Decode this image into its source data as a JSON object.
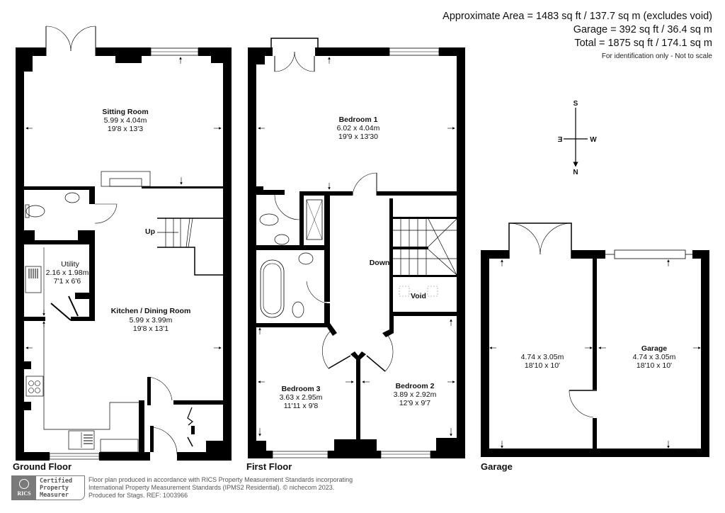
{
  "header": {
    "approx_area": "Approximate Area = 1483 sq ft / 137.7 sq m (excludes void)",
    "garage_area": "Garage = 392 sq ft / 36.4 sq m",
    "total_area": "Total = 1875 sq ft / 174.1 sq m",
    "note": "For identification only - Not to scale"
  },
  "compass": {
    "top": "S",
    "bottom": "N",
    "left": "E",
    "right": "W"
  },
  "floors": {
    "ground": {
      "label": "Ground Floor",
      "rooms": {
        "sitting": {
          "name": "Sitting Room",
          "metric": "5.99 x 4.04m",
          "imperial": "19'8 x 13'3"
        },
        "utility": {
          "name": "Utility",
          "metric": "2.16 x 1.98m",
          "imperial": "7'1 x 6'6"
        },
        "kitchen": {
          "name": "Kitchen / Dining Room",
          "metric": "5.99 x 3.99m",
          "imperial": "19'8 x 13'1"
        }
      },
      "stairs_label": "Up"
    },
    "first": {
      "label": "First Floor",
      "rooms": {
        "bedroom1": {
          "name": "Bedroom 1",
          "metric": "6.02 x 4.04m",
          "imperial": "19'9 x 13'30"
        },
        "bedroom2": {
          "name": "Bedroom 2",
          "metric": "3.89 x 2.92m",
          "imperial": "12'9 x 9'7"
        },
        "bedroom3": {
          "name": "Bedroom 3",
          "metric": "3.63 x 2.95m",
          "imperial": "11'11 x 9'8"
        }
      },
      "stairs_label": "Down",
      "void_label": "Void"
    },
    "garage": {
      "label": "Garage",
      "rooms": {
        "left": {
          "name": "",
          "metric": "4.74 x 3.05m",
          "imperial": "18'10 x 10'"
        },
        "right": {
          "name": "Garage",
          "metric": "4.74 x 3.05m",
          "imperial": "18'10 x 10'"
        }
      }
    }
  },
  "footer": {
    "rics_badge": {
      "logo_text": "RICS",
      "line1": "Certified",
      "line2": "Property",
      "line3": "Measurer"
    },
    "line1": "Floor plan produced in accordance with RICS Property Measurement Standards incorporating",
    "line2": "International Property Measurement Standards (IPMS2 Residential).   © nichecom 2023.",
    "line3": "Produced for Stags.   REF: 1003966"
  },
  "colors": {
    "wall": "#000000",
    "background": "#ffffff",
    "text": "#111111",
    "badge_grey": "#7a7a7a"
  }
}
